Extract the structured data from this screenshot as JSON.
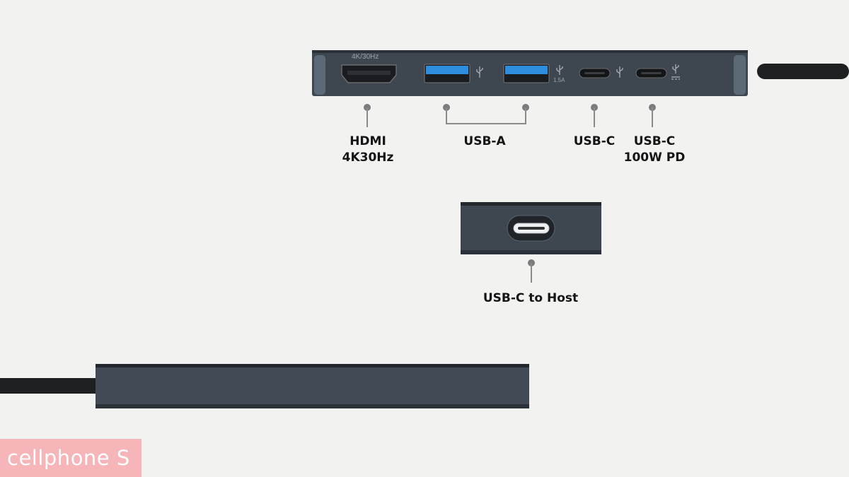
{
  "ports": {
    "hdmi_marking": "4K/30Hz",
    "usb_a_current_marking": "1.5A"
  },
  "labels": {
    "hdmi_line1": "HDMI",
    "hdmi_line2": "4K30Hz",
    "usb_a": "USB-A",
    "usb_c": "USB-C",
    "usb_c_pd_line1": "USB-C",
    "usb_c_pd_line2": "100W PD",
    "host": "USB-C to Host"
  },
  "watermark": {
    "text": "cellphone S"
  },
  "colors": {
    "background": "#f2f2f1",
    "hub_body": "#3e4650",
    "cable": "#1e1f21",
    "usb_a_blue": "#2f8de0",
    "watermark_bg": "#f6b6b9",
    "label_text": "#141414"
  },
  "icons": [
    "usb-trident-icon",
    "power-delivery-icon"
  ]
}
